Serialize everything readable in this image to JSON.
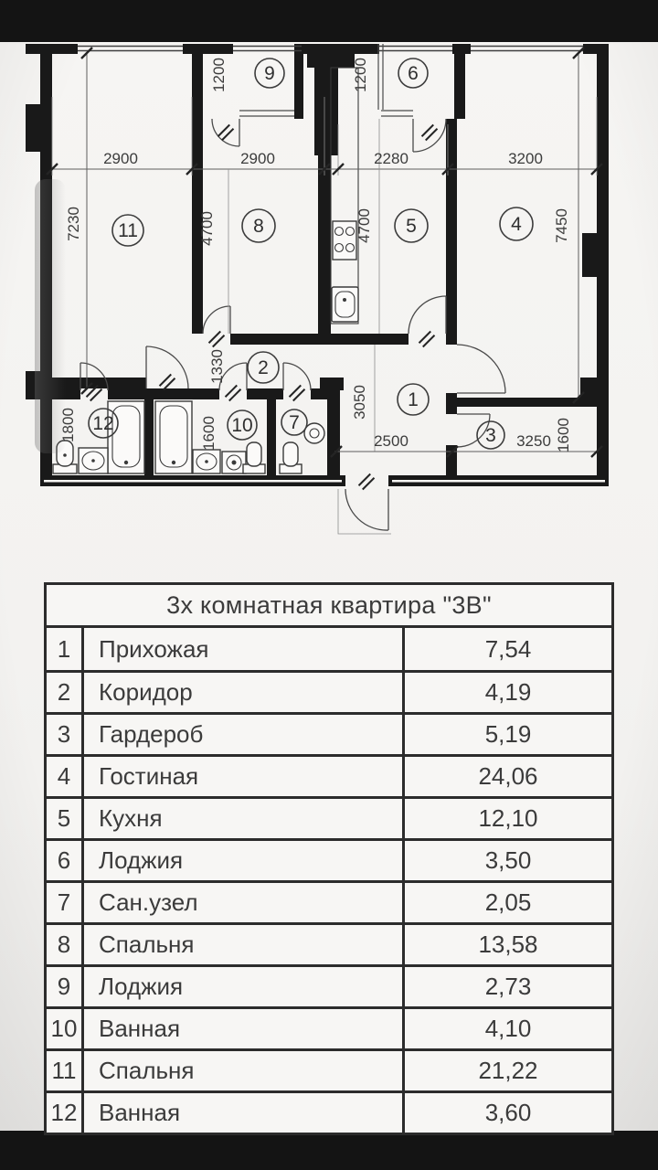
{
  "plan": {
    "rooms": [
      "1",
      "2",
      "3",
      "4",
      "5",
      "6",
      "7",
      "8",
      "9",
      "10",
      "11",
      "12"
    ],
    "dims": {
      "room11_w": "2900",
      "room8_w": "2900",
      "kitchen_w": "2280",
      "room4_w": "3200",
      "room11_h": "7230",
      "room8_h": "4700",
      "kitchen_h": "4700",
      "room4_h": "7450",
      "loggia9_d": "1200",
      "loggia6_d": "1200",
      "corridor_h": "1330",
      "hall_h": "3050",
      "hall_w": "2500",
      "wardrobe_w": "3250",
      "wardrobe_h": "1600",
      "bath12_d": "1800",
      "bath10_d": "1600"
    }
  },
  "table": {
    "title": "3х комнатная квартира \"3В\"",
    "rows": [
      {
        "num": "1",
        "name": "Прихожая",
        "area": "7,54"
      },
      {
        "num": "2",
        "name": "Коридор",
        "area": "4,19"
      },
      {
        "num": "3",
        "name": "Гардероб",
        "area": "5,19"
      },
      {
        "num": "4",
        "name": "Гостиная",
        "area": "24,06"
      },
      {
        "num": "5",
        "name": "Кухня",
        "area": "12,10"
      },
      {
        "num": "6",
        "name": "Лоджия",
        "area": "3,50"
      },
      {
        "num": "7",
        "name": "Сан.узел",
        "area": "2,05"
      },
      {
        "num": "8",
        "name": "Спальня",
        "area": "13,58"
      },
      {
        "num": "9",
        "name": "Лоджия",
        "area": "2,73"
      },
      {
        "num": "10",
        "name": "Ванная",
        "area": "4,10"
      },
      {
        "num": "11",
        "name": "Спальня",
        "area": "21,22"
      },
      {
        "num": "12",
        "name": "Ванная",
        "area": "3,60"
      }
    ]
  }
}
